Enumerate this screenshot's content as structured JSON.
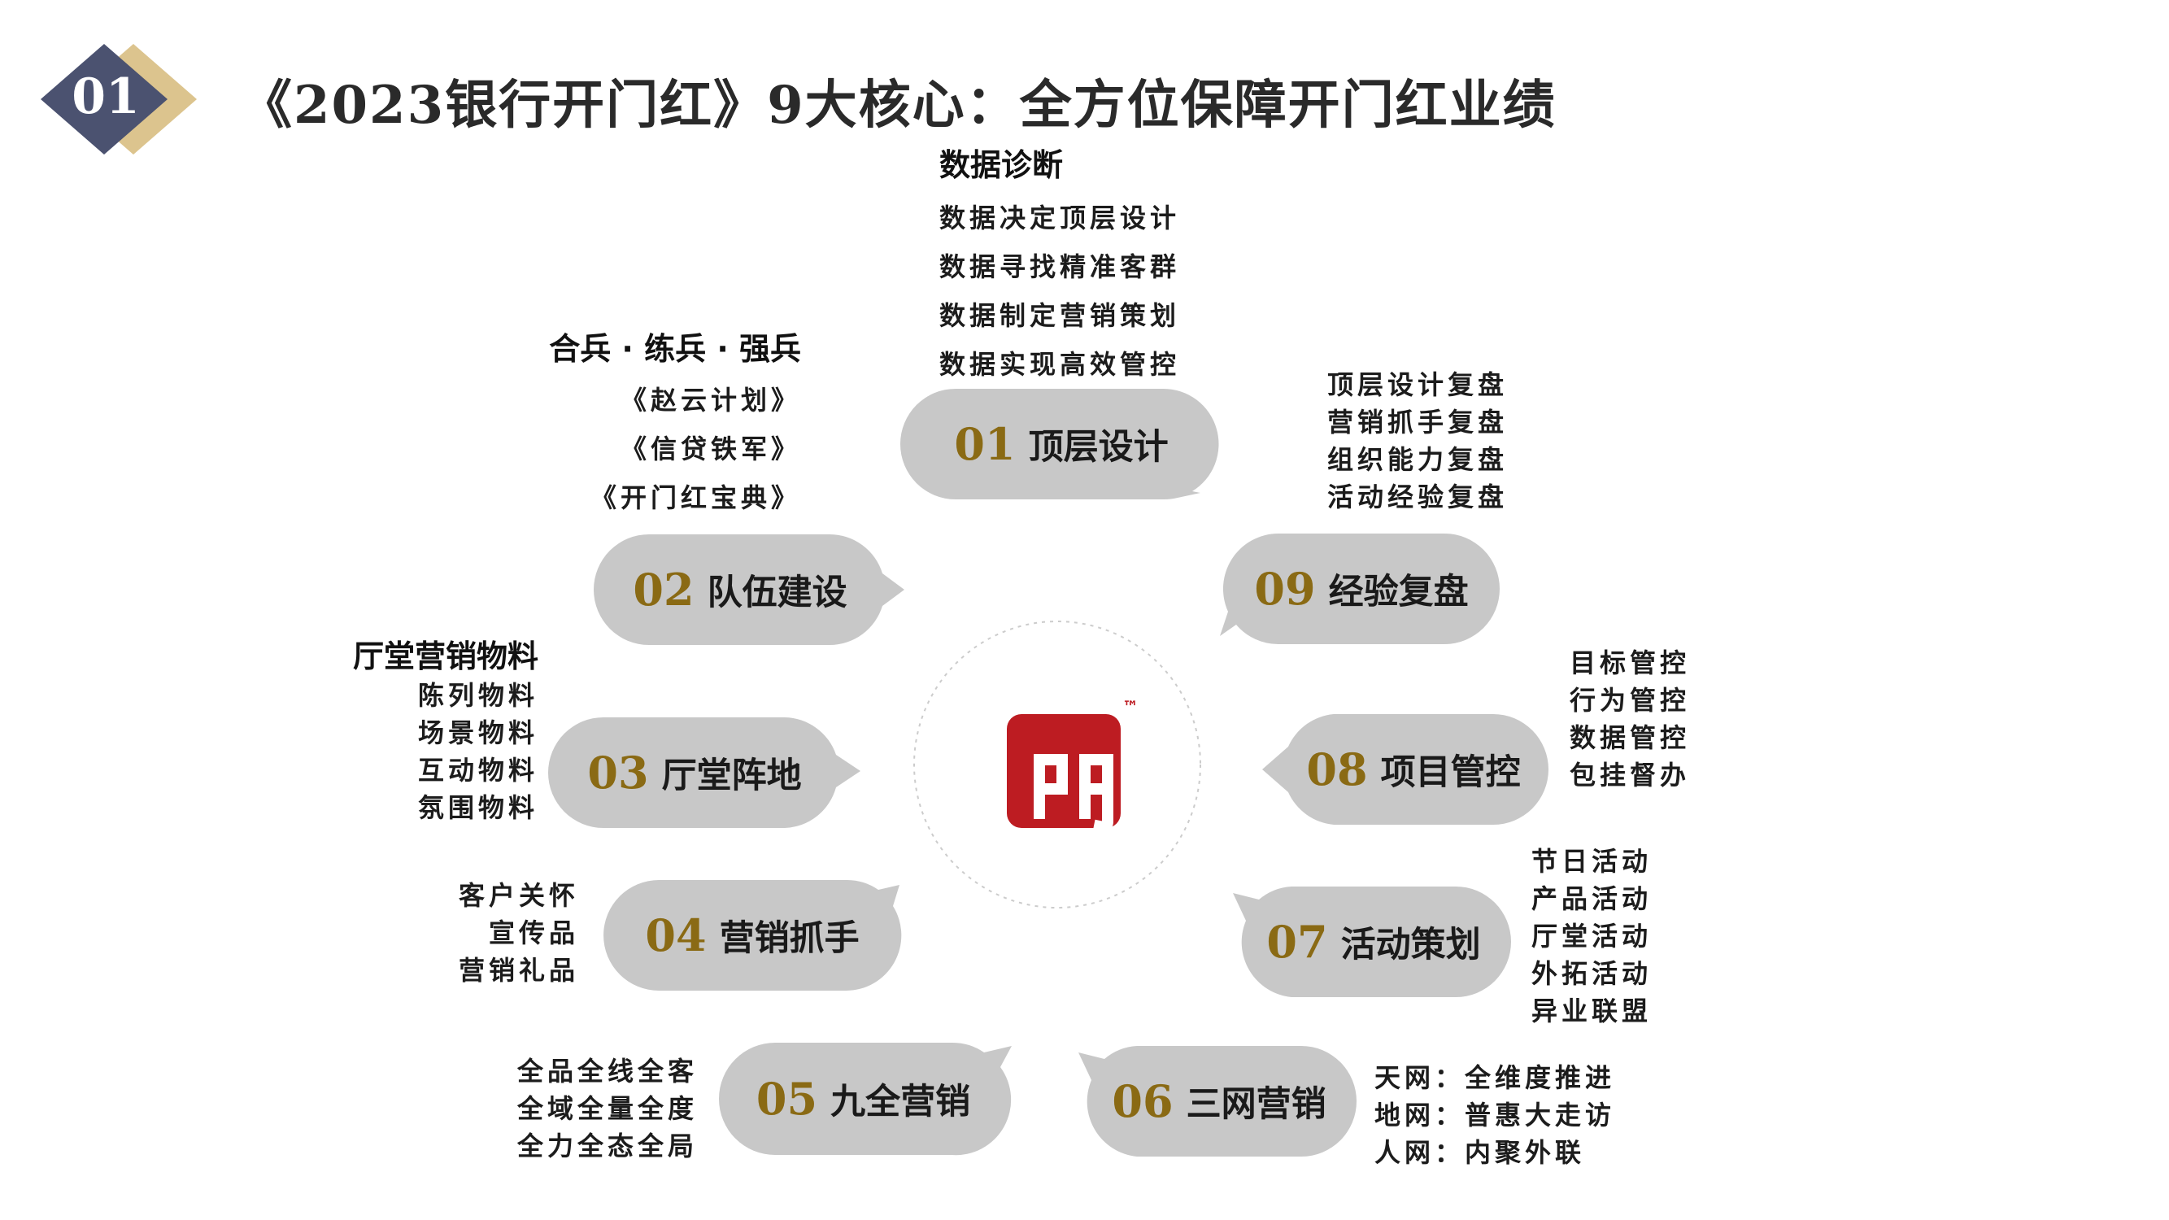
{
  "header": {
    "badge_number": "01",
    "title": "《2023银行开门红》9大核心：全方位保障开门红业绩"
  },
  "colors": {
    "navy": "#4b5270",
    "gold": "#dcc48e",
    "bubble": "#c8c8c8",
    "number_gold": "#8a6a14",
    "logo_red": "#bd1c22"
  },
  "center_logo": {
    "icon": "men-logo-icon",
    "tm": "™"
  },
  "bubbles": [
    {
      "num": "01",
      "label": "顶层设计"
    },
    {
      "num": "02",
      "label": "队伍建设"
    },
    {
      "num": "03",
      "label": "厅堂阵地"
    },
    {
      "num": "04",
      "label": "营销抓手"
    },
    {
      "num": "05",
      "label": "九全营销"
    },
    {
      "num": "06",
      "label": "三网营销"
    },
    {
      "num": "07",
      "label": "活动策划"
    },
    {
      "num": "08",
      "label": "项目管控"
    },
    {
      "num": "09",
      "label": "经验复盘"
    }
  ],
  "details": {
    "d01": {
      "heading": "数据诊断",
      "items": [
        "数据决定顶层设计",
        "数据寻找精准客群",
        "数据制定营销策划",
        "数据实现高效管控"
      ]
    },
    "d02": {
      "heading": "合兵 · 练兵 · 强兵",
      "items": [
        "《赵云计划》",
        "《信贷铁军》",
        "《开门红宝典》"
      ]
    },
    "d03": {
      "heading": "厅堂营销物料",
      "items": [
        "陈列物料",
        "场景物料",
        "互动物料",
        "氛围物料"
      ]
    },
    "d04": {
      "items": [
        "客户关怀",
        "宣传品",
        "营销礼品"
      ]
    },
    "d05": {
      "items": [
        "全品全线全客",
        "全域全量全度",
        "全力全态全局"
      ]
    },
    "d06": {
      "items": [
        "天网：全维度推进",
        "地网：普惠大走访",
        "人网：内聚外联"
      ]
    },
    "d07": {
      "items": [
        "节日活动",
        "产品活动",
        "厅堂活动",
        "外拓活动",
        "异业联盟"
      ]
    },
    "d08": {
      "items": [
        "目标管控",
        "行为管控",
        "数据管控",
        "包挂督办"
      ]
    },
    "d09": {
      "items": [
        "顶层设计复盘",
        "营销抓手复盘",
        "组织能力复盘",
        "活动经验复盘"
      ]
    }
  }
}
